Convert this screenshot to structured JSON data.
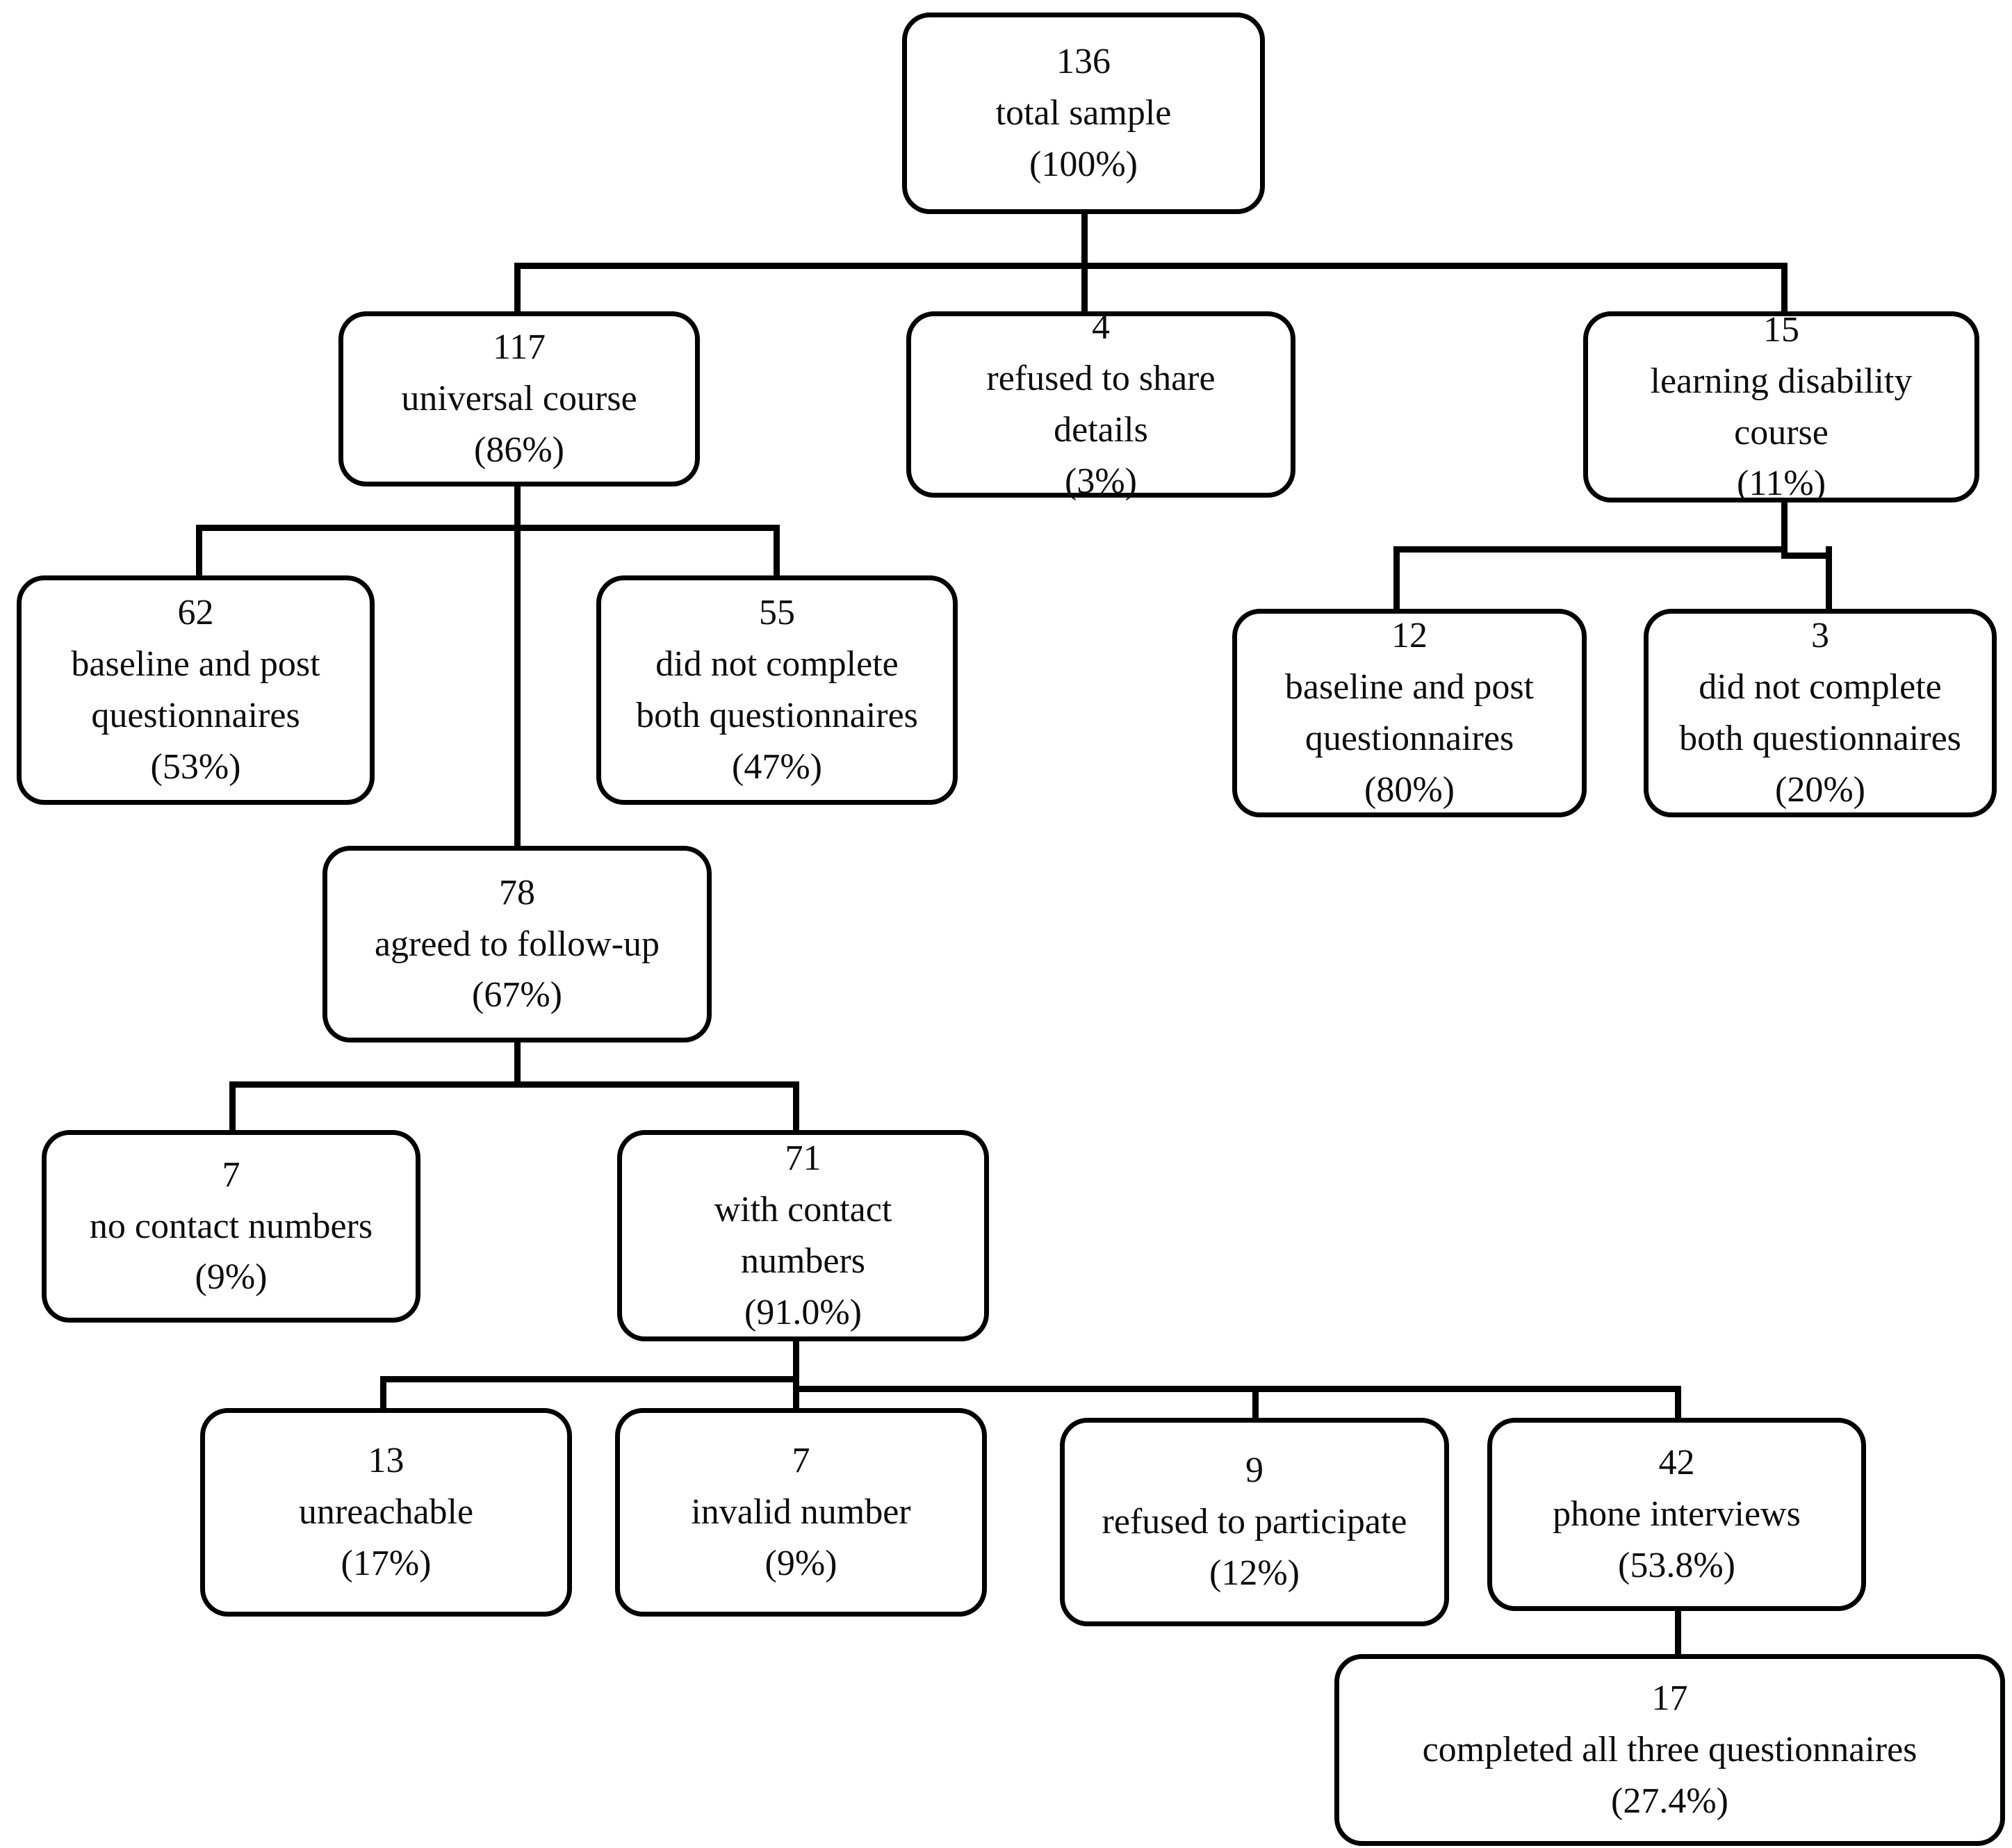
{
  "diagram": {
    "title": "Participant flow diagram",
    "type": "flowchart",
    "stroke_color": "#000000",
    "fill_color": "#ffffff",
    "text_color": "#0d0d0d"
  },
  "nodes": {
    "total_sample": {
      "count": "136",
      "label": "total sample",
      "percent": "(100%)"
    },
    "universal_course": {
      "count": "117",
      "label": "universal course",
      "percent": "(86%)"
    },
    "refused_share": {
      "count": "4",
      "label1": "refused to share",
      "label2": "details",
      "percent": "(3%)"
    },
    "ld_course": {
      "count": "15",
      "label1": "learning disability",
      "label2": "course",
      "percent": "(11%)"
    },
    "uc_baseline_post": {
      "count": "62",
      "label1": "baseline and post",
      "label2": "questionnaires",
      "percent": "(53%)"
    },
    "uc_not_complete": {
      "count": "55",
      "label1": "did not complete",
      "label2": "both questionnaires",
      "percent": "(47%)"
    },
    "ld_baseline_post": {
      "count": "12",
      "label1": "baseline and post",
      "label2": "questionnaires",
      "percent": "(80%)"
    },
    "ld_not_complete": {
      "count": "3",
      "label1": "did not complete",
      "label2": "both questionnaires",
      "percent": "(20%)"
    },
    "agreed_followup": {
      "count": "78",
      "label": "agreed to follow-up",
      "percent": "(67%)"
    },
    "no_contact_numbers": {
      "count": "7",
      "label": "no contact numbers",
      "percent": "(9%)"
    },
    "with_contact_numbers": {
      "count": "71",
      "label1": "with contact",
      "label2": "numbers",
      "percent": "(91.0%)"
    },
    "unreachable": {
      "count": "13",
      "label": "unreachable",
      "percent": "(17%)"
    },
    "invalid_number": {
      "count": "7",
      "label": "invalid number",
      "percent": "(9%)"
    },
    "refused_participate": {
      "count": "9",
      "label": "refused to participate",
      "percent": "(12%)"
    },
    "phone_interviews": {
      "count": "42",
      "label": "phone interviews",
      "percent": "(53.8%)"
    },
    "completed_all_three": {
      "count": "17",
      "label": "completed all three questionnaires",
      "percent": "(27.4%)"
    }
  },
  "chart_data": {
    "type": "table",
    "title": "Participant flow diagram",
    "categories": [
      "total sample",
      "universal course",
      "refused to share details",
      "learning disability course",
      "baseline and post questionnaires (universal)",
      "did not complete both questionnaires (universal)",
      "baseline and post questionnaires (learning disability)",
      "did not complete both questionnaires (learning disability)",
      "agreed to follow-up",
      "no contact numbers",
      "with contact numbers",
      "unreachable",
      "invalid number",
      "refused to participate",
      "phone interviews",
      "completed all three questionnaires"
    ],
    "values": [
      136,
      117,
      4,
      15,
      62,
      55,
      12,
      3,
      78,
      7,
      71,
      13,
      7,
      9,
      42,
      17
    ],
    "percentages": [
      "100%",
      "86%",
      "3%",
      "11%",
      "53%",
      "47%",
      "80%",
      "20%",
      "67%",
      "9%",
      "91.0%",
      "17%",
      "9%",
      "12%",
      "53.8%",
      "27.4%"
    ],
    "edges": [
      [
        "total sample",
        "universal course"
      ],
      [
        "total sample",
        "refused to share details"
      ],
      [
        "total sample",
        "learning disability course"
      ],
      [
        "universal course",
        "baseline and post questionnaires (universal)"
      ],
      [
        "universal course",
        "did not complete both questionnaires (universal)"
      ],
      [
        "universal course",
        "agreed to follow-up"
      ],
      [
        "learning disability course",
        "baseline and post questionnaires (learning disability)"
      ],
      [
        "learning disability course",
        "did not complete both questionnaires (learning disability)"
      ],
      [
        "agreed to follow-up",
        "no contact numbers"
      ],
      [
        "agreed to follow-up",
        "with contact numbers"
      ],
      [
        "with contact numbers",
        "unreachable"
      ],
      [
        "with contact numbers",
        "invalid number"
      ],
      [
        "with contact numbers",
        "refused to participate"
      ],
      [
        "with contact numbers",
        "phone interviews"
      ],
      [
        "phone interviews",
        "completed all three questionnaires"
      ]
    ]
  }
}
